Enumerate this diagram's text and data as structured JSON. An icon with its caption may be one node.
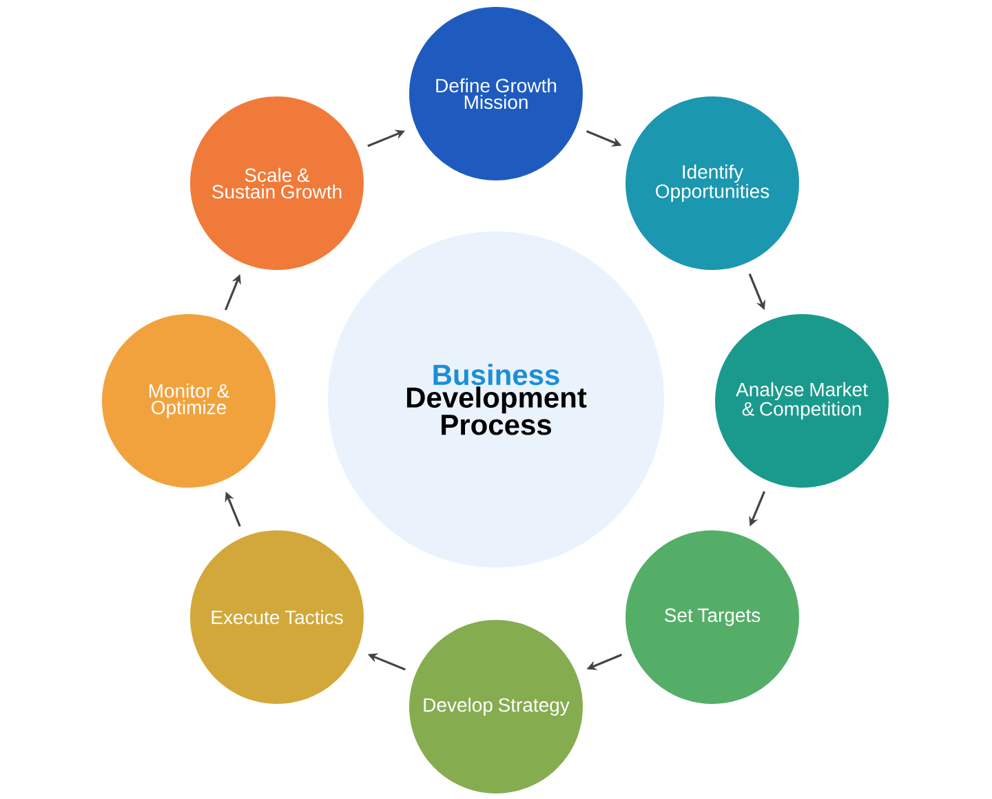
{
  "diagram": {
    "nodes": [
      {
        "text": [
          "Business",
          "Development Process"
        ]
      },
      {
        "text": [
          "Define Growth Mission"
        ]
      },
      {
        "text": [
          "Identify Opportunities"
        ]
      },
      {
        "text": [
          "Analyse Market & Competition"
        ]
      },
      {
        "text": [
          "Set Targets"
        ]
      },
      {
        "text": [
          "Develop Strategy"
        ]
      },
      {
        "text": [
          "Execute Tactics"
        ]
      },
      {
        "text": [
          "Monitor & Optimize"
        ]
      },
      {
        "text": [
          "Scale & Sustain Growth"
        ]
      }
    ],
    "edges": [
      {
        "from": 1,
        "to": 2,
        "arrow": "to"
      },
      {
        "from": 2,
        "to": 3,
        "arrow": "to"
      },
      {
        "from": 3,
        "to": 4,
        "arrow": "to"
      },
      {
        "from": 4,
        "to": 5,
        "arrow": "to"
      },
      {
        "from": 5,
        "to": 6,
        "arrow": "to"
      },
      {
        "from": 6,
        "to": 7,
        "arrow": "to"
      },
      {
        "from": 7,
        "to": 8,
        "arrow": "to"
      },
      {
        "from": 8,
        "to": 1,
        "arrow": "to"
      }
    ]
  }
}
